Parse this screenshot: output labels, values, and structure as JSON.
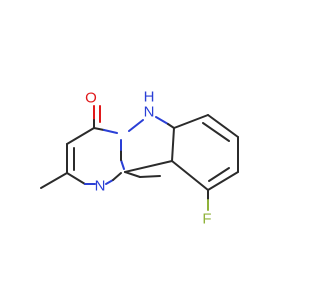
{
  "molecule": {
    "atoms": {
      "oxygen": "O",
      "nitrogen_nh": "N",
      "hydrogen_nh": "H",
      "nitrogen_ring": "N",
      "fluorine": "F"
    },
    "colors": {
      "bond": "#2b2b2b",
      "oxygen": "#e0191b",
      "nitrogen": "#2a3fd6",
      "fluorine": "#8fb23a"
    }
  }
}
